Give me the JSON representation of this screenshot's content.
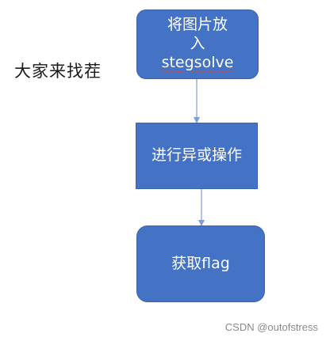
{
  "side_label": "大家来找茬",
  "nodes": {
    "step1_line1": "将图片放",
    "step1_line2": "入",
    "step1_line3": "stegsolve",
    "step2": "进行异或操作",
    "step3": "获取flag"
  },
  "watermark": "CSDN @outofstress",
  "colors": {
    "node_fill": "#4472c4",
    "arrow": "#7e9cd6",
    "node_text": "#ffffff"
  }
}
